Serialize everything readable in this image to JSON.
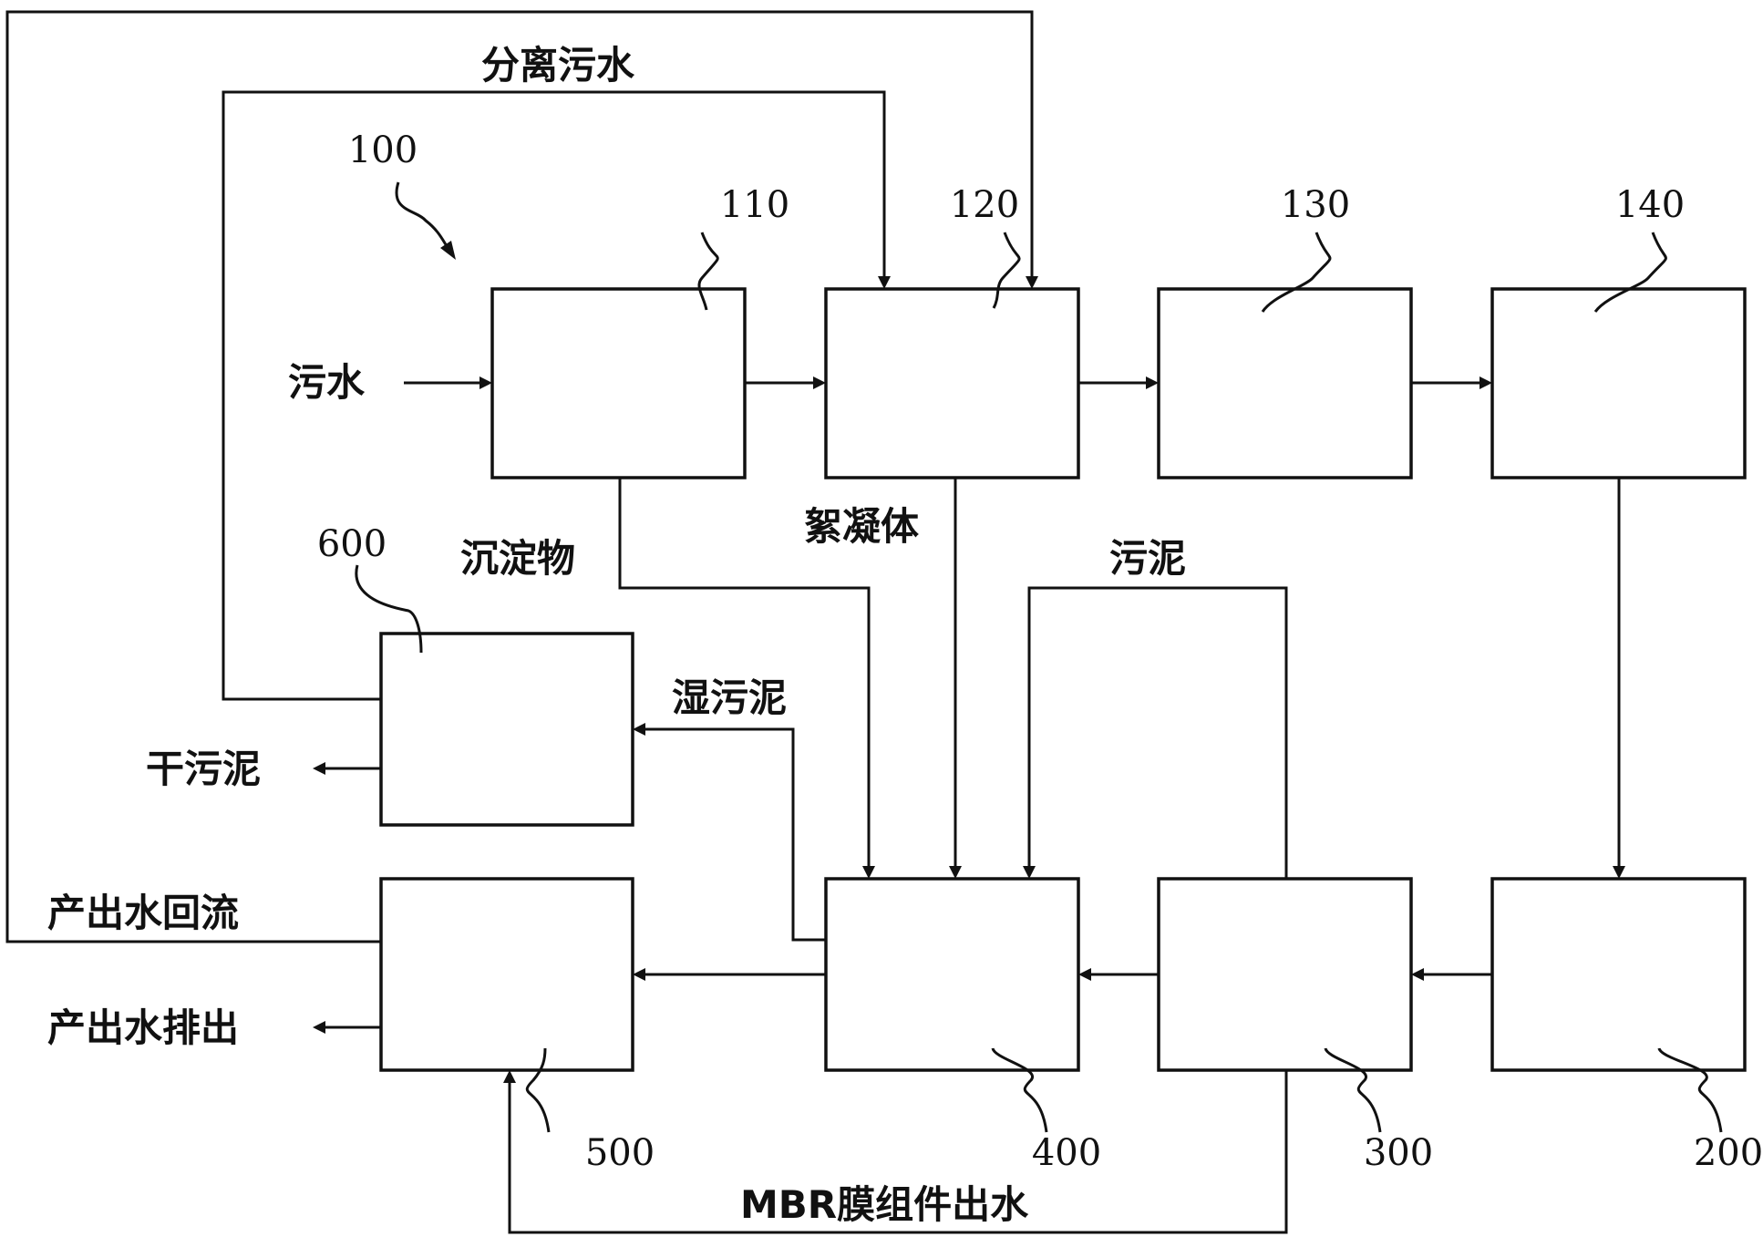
{
  "numbers": {
    "n100": "100",
    "n110": "110",
    "n120": "120",
    "n130": "130",
    "n140": "140",
    "n200": "200",
    "n300": "300",
    "n400": "400",
    "n500": "500",
    "n600": "600"
  },
  "labels": {
    "separated_sewage": "分离污水",
    "sewage": "污水",
    "sediment": "沉淀物",
    "floc": "絮凝体",
    "sludge": "污泥",
    "wet_sludge": "湿污泥",
    "dry_sludge": "干污泥",
    "effluent_reflux": "产出水回流",
    "effluent_discharge": "产出水排出",
    "mbr_effluent": "MBR膜组件出水"
  }
}
